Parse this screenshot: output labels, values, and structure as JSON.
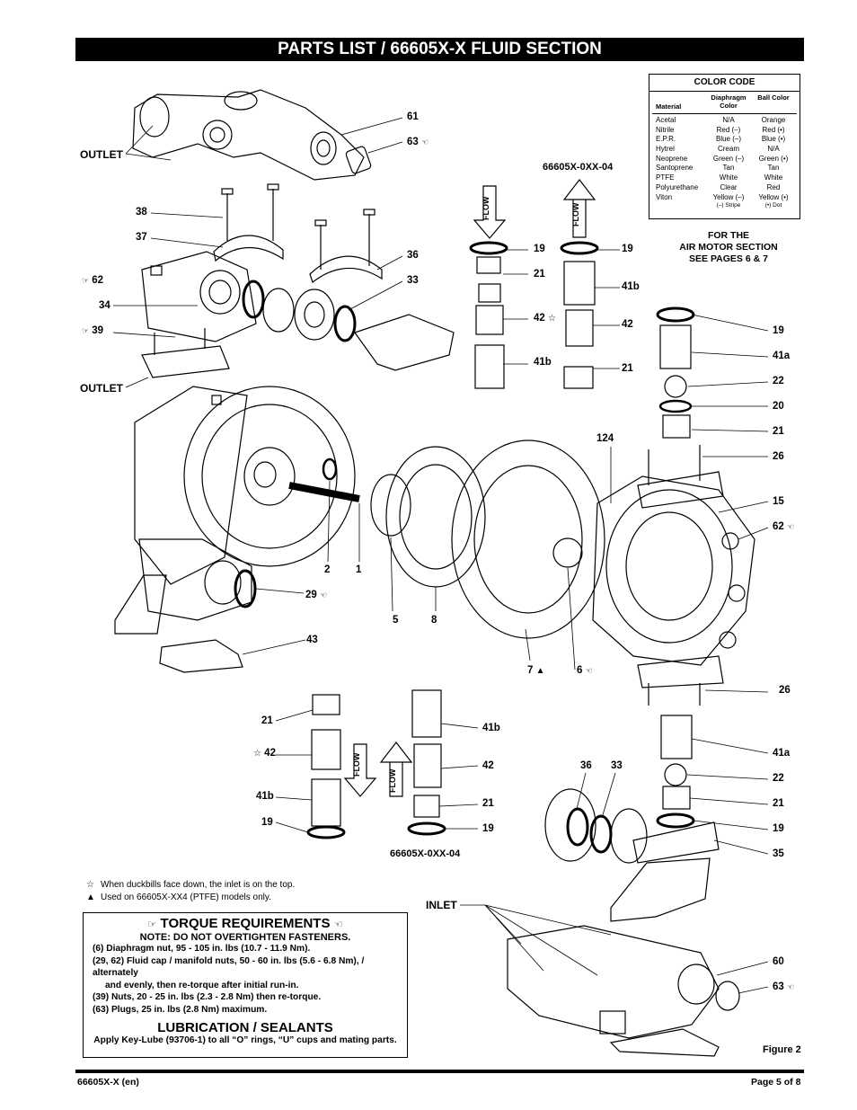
{
  "title": "PARTS LIST / 66605X-X FLUID SECTION",
  "color_code": {
    "title": "COLOR CODE",
    "headers": {
      "material": "Material",
      "diaphragm": "Diaphragm Color",
      "ball": "Ball Color"
    },
    "rows": [
      {
        "material": "Acetal",
        "diaphragm": "N/A",
        "ball": "Orange"
      },
      {
        "material": "Nitrile",
        "diaphragm": "Red (–)",
        "ball": "Red (•)"
      },
      {
        "material": "E.P.R.",
        "diaphragm": "Blue (–)",
        "ball": "Blue (•)"
      },
      {
        "material": "Hytrel",
        "diaphragm": "Cream",
        "ball": "N/A"
      },
      {
        "material": "Neoprene",
        "diaphragm": "Green (–)",
        "ball": "Green (•)"
      },
      {
        "material": "Santoprene",
        "diaphragm": "Tan",
        "ball": "Tan"
      },
      {
        "material": "PTFE",
        "diaphragm": "White",
        "ball": "White"
      },
      {
        "material": "Polyurethane",
        "diaphragm": "Clear",
        "ball": "Red"
      },
      {
        "material": "Viton",
        "diaphragm": "Yellow (–)",
        "ball": "Yellow (•)"
      }
    ],
    "legend_stripe": "(–) Stripe",
    "legend_dot": "(•) Dot"
  },
  "air_motor_note": [
    "FOR THE",
    "AIR MOTOR SECTION",
    "SEE PAGES 6 & 7"
  ],
  "labels": {
    "outlet_top": "OUTLET",
    "outlet_mid": "OUTLET",
    "inlet": "INLET",
    "model_top": "66605X-0XX-04",
    "model_bottom": "66605X-0XX-04",
    "flow": "FLOW",
    "figure": "Figure 2"
  },
  "callouts": {
    "c61": "61",
    "c63a": "63",
    "c38": "38",
    "c37": "37",
    "c36a": "36",
    "c33a": "33",
    "c62a": "62",
    "c34": "34",
    "c39": "39",
    "c19a": "19",
    "c21a": "21",
    "c42a": "42",
    "c41ba": "41b",
    "c19b": "19",
    "c41bb": "41b",
    "c42b": "42",
    "c21b": "21",
    "c19c": "19",
    "c41aa": "41a",
    "c22a": "22",
    "c20": "20",
    "c21c": "21",
    "c26a": "26",
    "c124": "124",
    "c15": "15",
    "c62b": "62",
    "c2": "2",
    "c1": "1",
    "c29": "29",
    "c43": "43",
    "c5": "5",
    "c8": "8",
    "c7": "7",
    "c6": "6",
    "c26b": "26",
    "c41ab": "41a",
    "c22b": "22",
    "c21d": "21",
    "c19d": "19",
    "c35": "35",
    "c21e": "21",
    "c42c": "42",
    "c41bc": "41b",
    "c19e": "19",
    "c41bd": "41b",
    "c42d": "42",
    "c21f": "21",
    "c19f": "19",
    "c36b": "36",
    "c33b": "33",
    "c60": "60",
    "c63b": "63"
  },
  "footnotes": {
    "duckbill": "When duckbills face down, the inlet is on the top.",
    "ptfe": "Used on 66605X-XX4 (PTFE) models only."
  },
  "torque": {
    "title": "TORQUE REQUIREMENTS",
    "note": "NOTE: DO NOT OVERTIGHTEN FASTENERS.",
    "lines": [
      "(6) Diaphragm nut, 95 - 105 in. lbs (10.7 - 11.9 Nm).",
      "(29, 62) Fluid cap / manifold nuts, 50 - 60 in. lbs (5.6 - 6.8 Nm), / alternately",
      "and evenly, then re-torque after initial run-in.",
      "(39) Nuts, 20 - 25 in. lbs (2.3 - 2.8 Nm) then re-torque.",
      "(63) Plugs, 25 in. lbs (2.8 Nm) maximum."
    ]
  },
  "lubrication": {
    "title": "LUBRICATION / SEALANTS",
    "text": "Apply Key-Lube (93706-1) to all “O” rings, “U” cups and mating parts."
  },
  "footer": {
    "left": "66605X-X (en)",
    "right": "Page  5 of 8"
  }
}
